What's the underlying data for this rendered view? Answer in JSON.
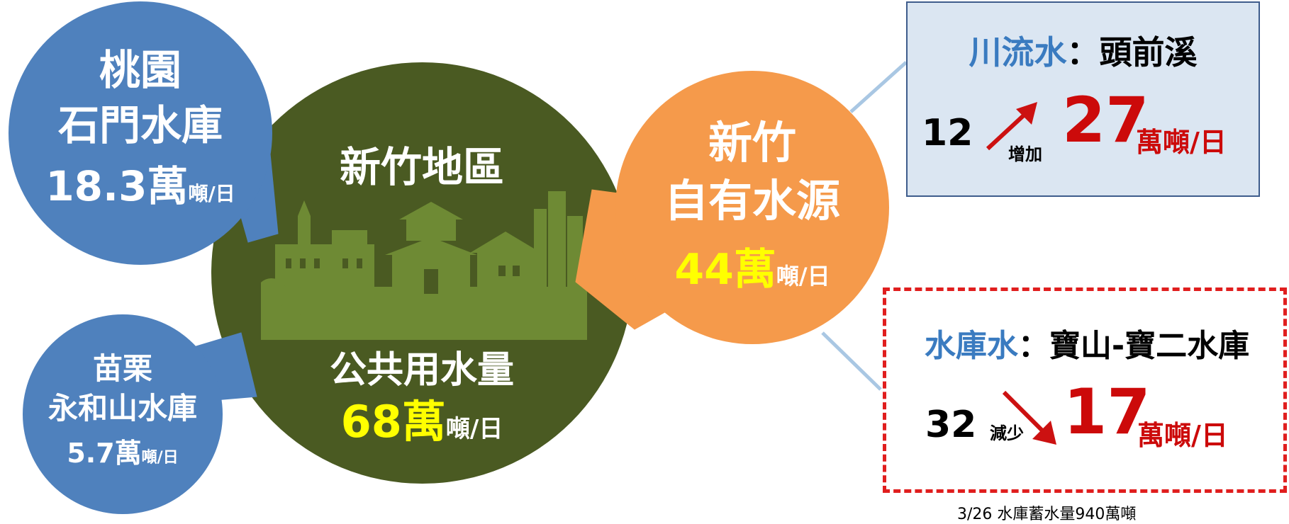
{
  "colors": {
    "blue": "#4f81bd",
    "dark_green": "#4a5a22",
    "orange": "#f59a4b",
    "yellow": "#ffff00",
    "red": "#cc0a0a",
    "river_blue": "#3a7bc0"
  },
  "sources": {
    "taoyuan": {
      "line1": "桃園",
      "line2": "石門水庫",
      "amount": "18.3萬",
      "unit": "噸/日"
    },
    "miaoli": {
      "line1": "苗栗",
      "line2": "永和山水庫",
      "amount": "5.7萬",
      "unit": "噸/日"
    },
    "hsinchu_own": {
      "line1": "新竹",
      "line2": "自有水源",
      "amount": "44萬",
      "unit": "噸/日"
    }
  },
  "center": {
    "title": "新竹地區",
    "subtitle": "公共用水量",
    "amount": "68萬",
    "unit": "噸/日",
    "skyline_icon": "city-skyline-icon"
  },
  "river": {
    "label": "川流水",
    "colon": "：",
    "name": "頭前溪",
    "from": "12",
    "change_label": "增加",
    "to": "27",
    "unit": "萬噸/日",
    "arrow_icon": "arrow-up-right-icon"
  },
  "reservoir": {
    "label": "水庫水",
    "colon": "：",
    "name": "寶山-寶二水庫",
    "from": "32",
    "change_label": "減少",
    "to": "17",
    "unit": "萬噸/日",
    "arrow_icon": "arrow-down-right-icon"
  },
  "footnote": "3/26 水庫蓄水量940萬噸"
}
